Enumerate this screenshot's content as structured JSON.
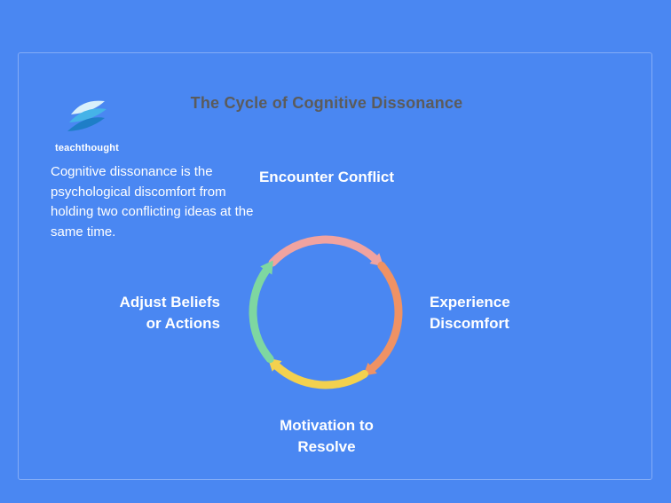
{
  "page": {
    "title": "The Cycle of Cognitive Dissonance",
    "description": "Cognitive dissonance is the psychological discomfort from holding two conflicting ideas at the same time.",
    "logo_text": "teachthought"
  },
  "cycle": {
    "steps": [
      {
        "label": "Encounter Conflict",
        "position": "top",
        "color": "#f0a3a0"
      },
      {
        "label": "Experience Discomfort",
        "position": "right",
        "color": "#ef9264"
      },
      {
        "label": "Motivation to Resolve",
        "position": "bottom",
        "color": "#f3d14e"
      },
      {
        "label": "Adjust Beliefs or Actions",
        "position": "left",
        "color": "#7ed7a1"
      }
    ]
  },
  "colors": {
    "background": "#4a87f2",
    "panel_border": "#84acf7",
    "title_text": "#5b5b5b",
    "body_text": "#ffffff",
    "logo_wing_light": "#d9f0fb",
    "logo_wing_mid": "#45b3e8",
    "logo_wing_dark": "#1e7ec7"
  }
}
